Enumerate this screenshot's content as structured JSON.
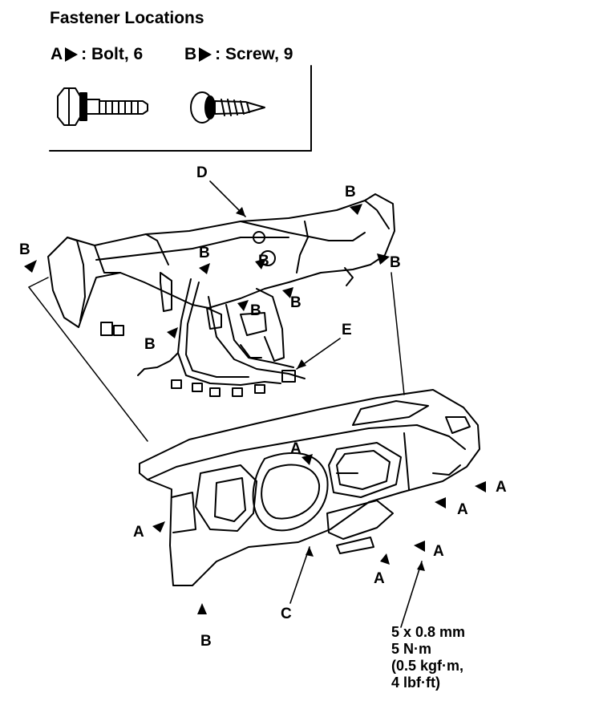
{
  "title": "Fastener Locations",
  "legend": [
    {
      "letter": "A",
      "desc": ": Bolt, 6"
    },
    {
      "letter": "B",
      "desc": ": Screw, 9"
    }
  ],
  "callouts": {
    "A": "A",
    "B": "B",
    "C": "C",
    "D": "D",
    "E": "E"
  },
  "spec": {
    "size": "5 x 0.8 mm",
    "torque_nm": "5 N·m",
    "torque_kgf": "(0.5 kgf·m,",
    "torque_lbf": "4 lbf·ft)"
  }
}
